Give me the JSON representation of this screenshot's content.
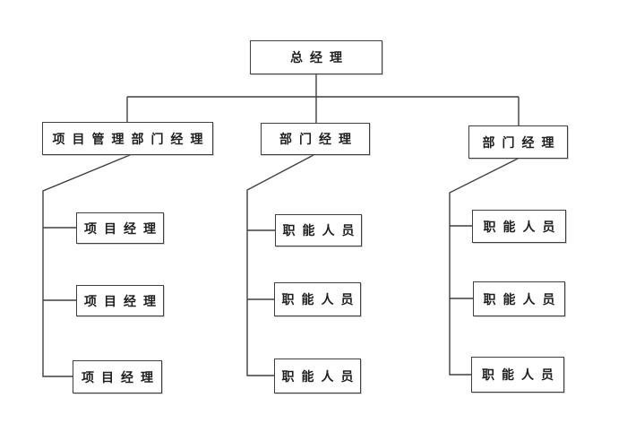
{
  "org_chart": {
    "type": "organization-flowchart",
    "root": {
      "label": "总经理"
    },
    "branches": [
      {
        "label": "项目管理部门经理",
        "children": [
          {
            "label": "项目经理"
          },
          {
            "label": "项目经理"
          },
          {
            "label": "项目经理"
          }
        ]
      },
      {
        "label": "部门经理",
        "children": [
          {
            "label": "职能人员"
          },
          {
            "label": "职能人员"
          },
          {
            "label": "职能人员"
          }
        ]
      },
      {
        "label": "部门经理",
        "children": [
          {
            "label": "职能人员"
          },
          {
            "label": "职能人员"
          },
          {
            "label": "职能人员"
          }
        ]
      }
    ],
    "colors": {
      "background": "#ffffff",
      "line": "#3f3f3f",
      "box_border": "#3f3f3f",
      "text": "#1f1f1f"
    }
  }
}
